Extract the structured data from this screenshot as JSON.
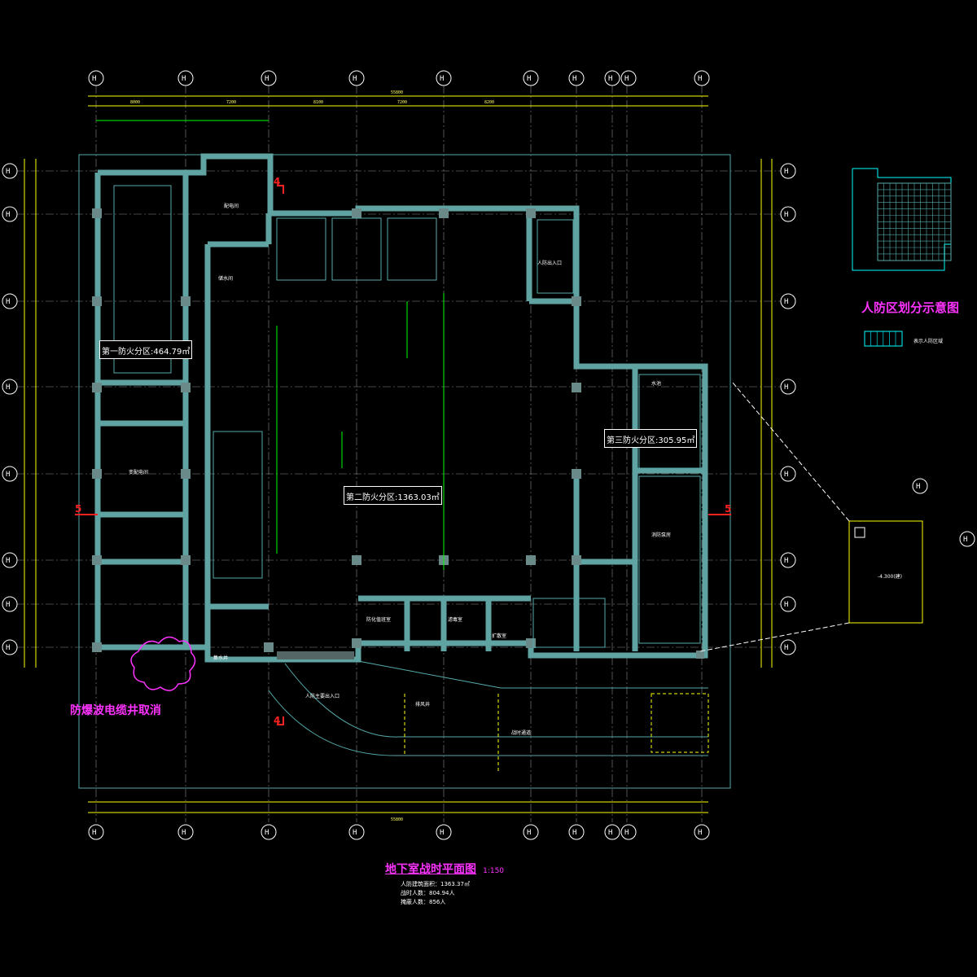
{
  "title": {
    "main": "地下室战时平面图",
    "scale": "1:150",
    "notes": [
      "人防建筑面积：1363.37㎡",
      "战时人数：804.94人",
      "掩蔽人数：856人"
    ]
  },
  "zones": {
    "zone1": "第一防火分区:464.79㎡",
    "zone2": "第二防火分区:1363.03㎡",
    "zone3": "第三防火分区:305.95㎡"
  },
  "inset": {
    "title": "人防区划分示意图",
    "legend": "表示人防区域"
  },
  "annotations": {
    "cancel_note": "防爆波电缆井取消",
    "section_a": "4",
    "section_b": "5",
    "elevation": "-4.300(建)"
  },
  "rooms": {
    "r1": "消防泵房",
    "r2": "水池",
    "r3": "人防出入口",
    "r4": "储水间",
    "r5": "配电间",
    "r6": "战时通道",
    "r7": "防化值班室",
    "r8": "滤毒室",
    "r9": "扩散室",
    "r10": "集水井",
    "r11": "排风井",
    "r12": "变配电间",
    "r13": "人防主要出入口"
  },
  "colors": {
    "background": "#000000",
    "wall": "#5fa3a3",
    "label": "#ff33ff",
    "section": "#ff2222"
  }
}
